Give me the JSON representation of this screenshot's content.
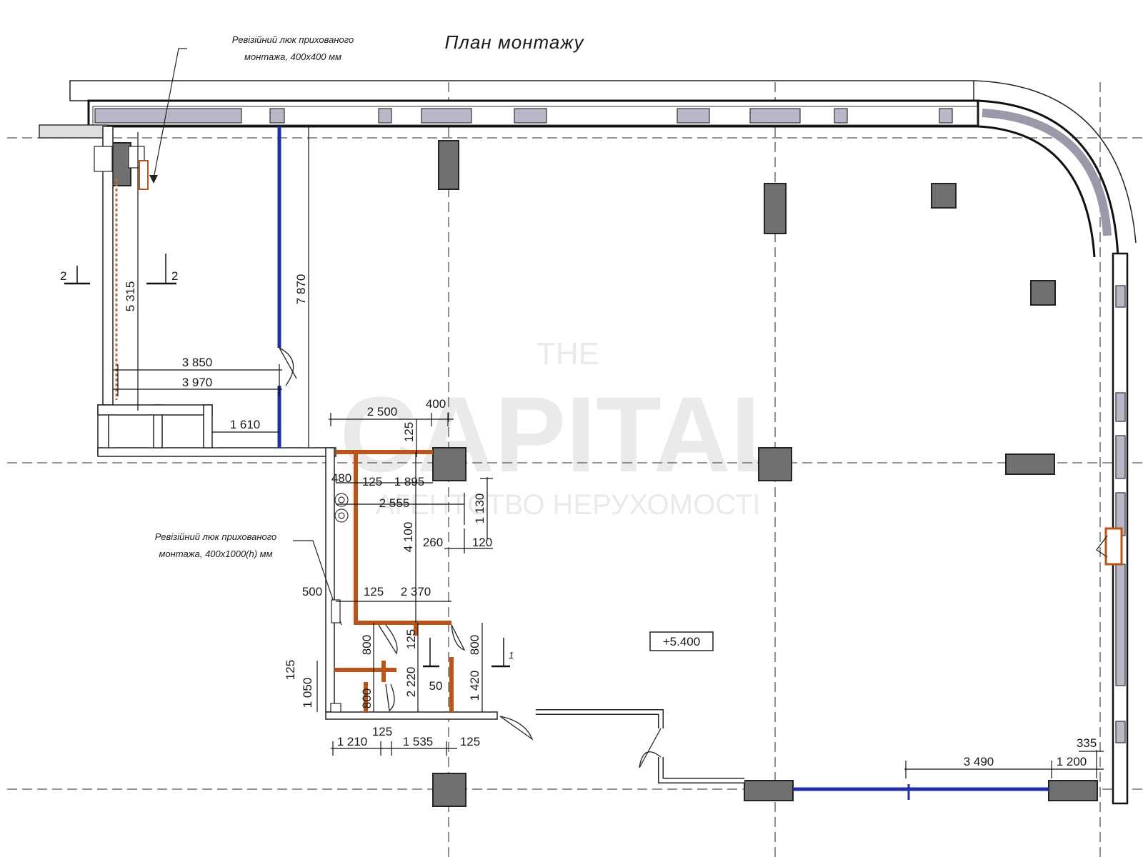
{
  "title": "План монтажу",
  "notes": {
    "hatch_top_line1": "Ревізійний люк прихованого",
    "hatch_top_line2": "монтажа, 400x400 мм",
    "hatch_mid_line1": "Ревізійний люк прихованого",
    "hatch_mid_line2": "монтажа, 400x1000(h) мм"
  },
  "level_mark": "+5.400",
  "watermark": {
    "line1": "THE",
    "line2": "CAPITAL",
    "line3": "АГЕНТСТВО НЕРУХОМОСТІ"
  },
  "section_marks": {
    "left": "2",
    "right": "2",
    "bottom_right": "1"
  },
  "dimensions": {
    "d5315": "5 315",
    "d7870": "7 870",
    "d3850": "3 850",
    "d3970": "3 970",
    "d1610": "1 610",
    "d2500": "2 500",
    "d400": "400",
    "d125a": "125",
    "d480": "480",
    "d125b": "125",
    "d1895": "1 895",
    "d2555": "2 555",
    "d1130": "1 130",
    "d4100": "4 100",
    "d260": "260",
    "d120": "120",
    "d500": "500",
    "d125c": "125",
    "d2370": "2 370",
    "d800a": "800",
    "d125d": "125",
    "d800b": "800",
    "d125e": "125",
    "d1050": "1 050",
    "d2220": "2 220",
    "d50": "50",
    "d1420": "1 420",
    "d800c": "800",
    "d1210": "1 210",
    "d125f": "125",
    "d1535": "1 535",
    "d125g": "125",
    "d3490": "3 490",
    "d1200": "1 200",
    "d335": "335"
  }
}
